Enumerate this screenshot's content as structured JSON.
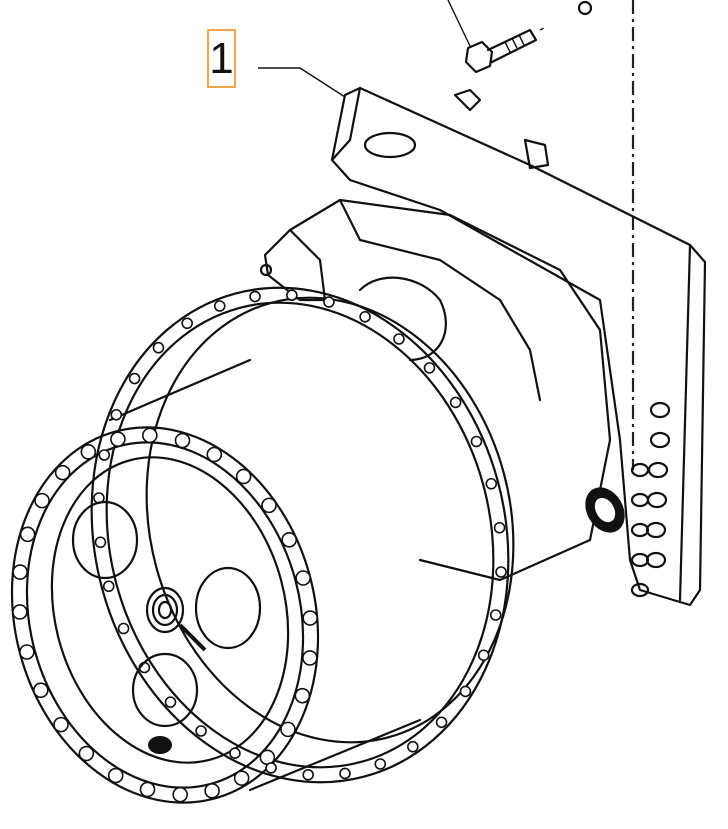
{
  "diagram": {
    "type": "exploded parts illustration",
    "subject": "travel motor / final drive assembly",
    "callouts": [
      {
        "label": "1",
        "color": "#f2a54a"
      }
    ],
    "parts_shown": [
      "final drive housing with bolt circle",
      "mounting flange plate",
      "hex bolt",
      "washer",
      "centerline"
    ]
  }
}
